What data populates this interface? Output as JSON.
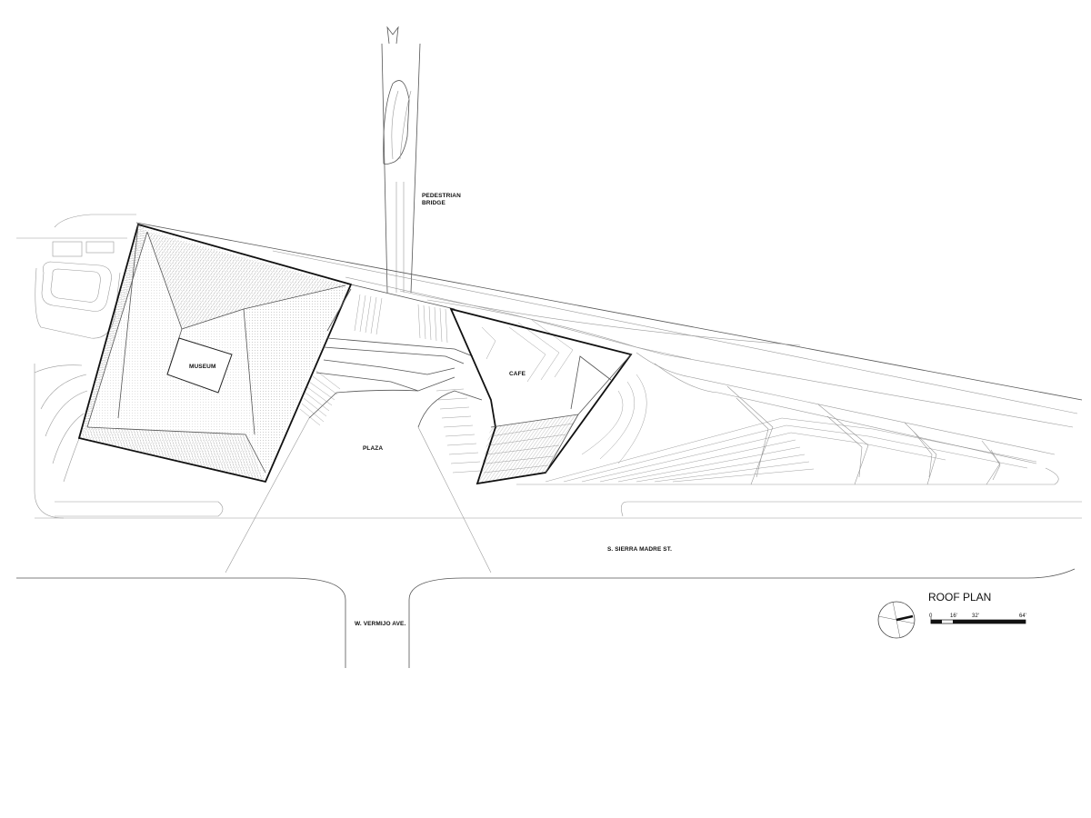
{
  "labels": {
    "pedestrian_bridge": [
      "PEDESTRIAN",
      "BRIDGE"
    ],
    "museum": "MUSEUM",
    "cafe": "CAFE",
    "plaza": "PLAZA",
    "street_main": "S. SIERRA MADRE ST.",
    "street_cross": "W. VERMIJO AVE."
  },
  "title": "ROOF PLAN",
  "scale_bar": {
    "ticks": [
      "0",
      "16'",
      "32'",
      "64'"
    ]
  }
}
